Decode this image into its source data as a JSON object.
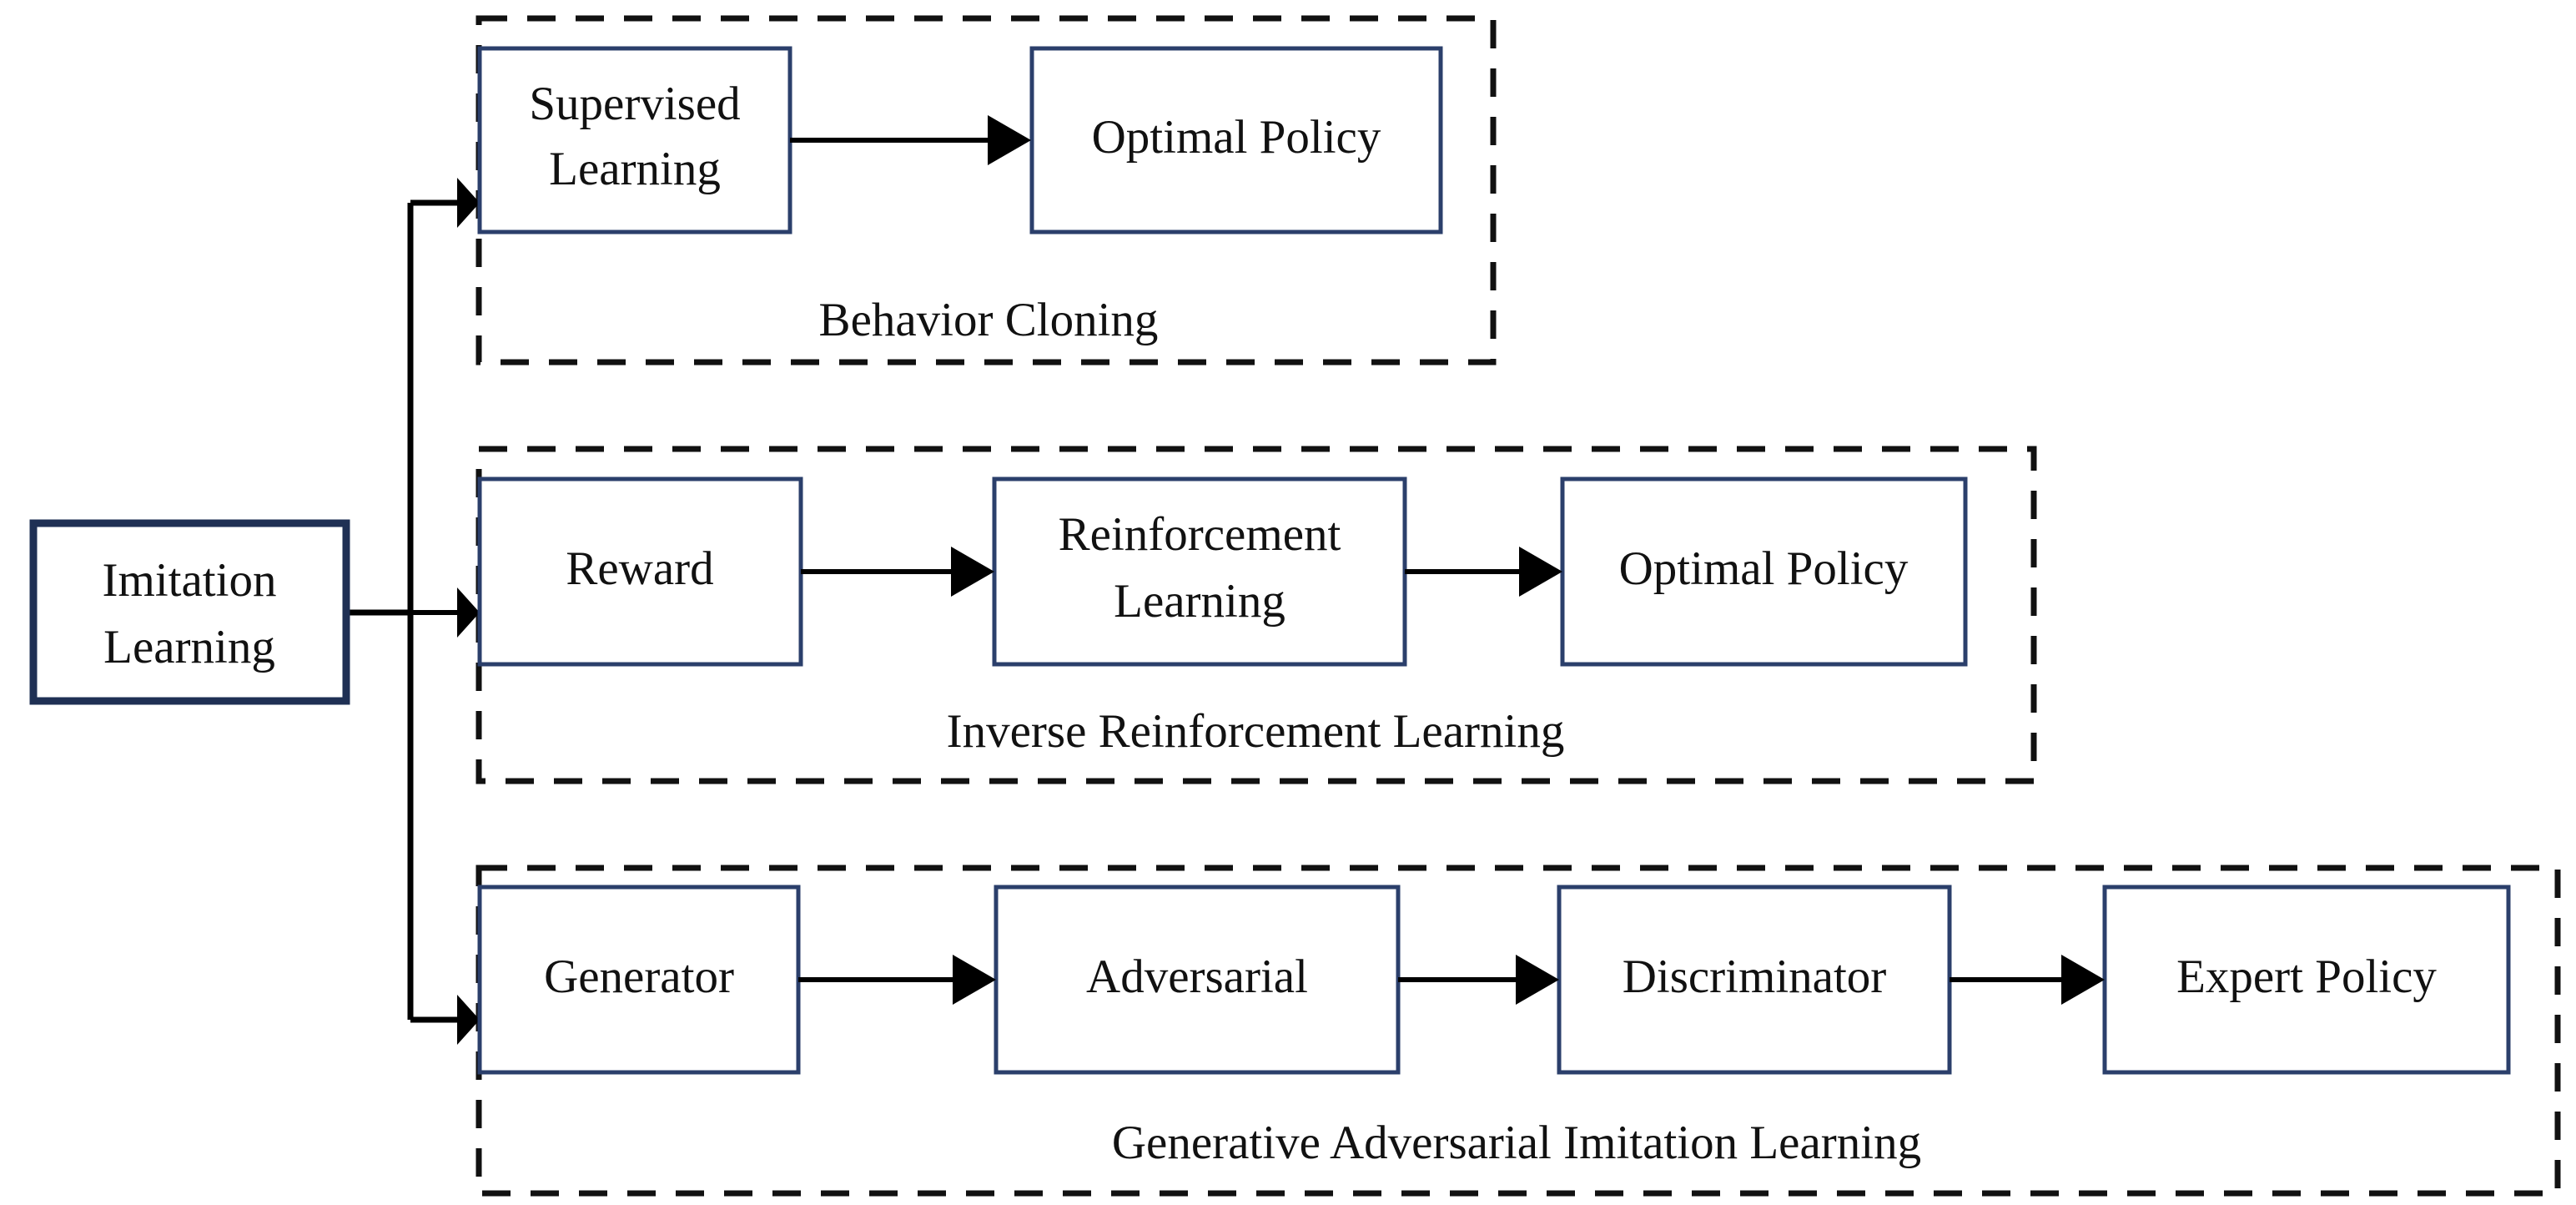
{
  "diagram": {
    "type": "flow-diagram",
    "title_text": "",
    "colors": {
      "box_stroke": "#2b3f6b",
      "root_box_stroke": "#1f3054",
      "dashed_frame": "#111111",
      "arrow": "#000000",
      "text": "#111111",
      "background": "#ffffff"
    },
    "root": {
      "label_line1": "Imitation",
      "label_line2": "Learning"
    },
    "groups": [
      {
        "id": "behavior-cloning",
        "caption": "Behavior Cloning",
        "nodes": [
          {
            "id": "supervised-learning",
            "label_line1": "Supervised",
            "label_line2": "Learning"
          },
          {
            "id": "optimal-policy-bc",
            "label_line1": "Optimal Policy",
            "label_line2": ""
          }
        ]
      },
      {
        "id": "inverse-reinforcement-learning",
        "caption": "Inverse Reinforcement Learning",
        "nodes": [
          {
            "id": "reward",
            "label_line1": "Reward",
            "label_line2": ""
          },
          {
            "id": "reinforcement-learning",
            "label_line1": "Reinforcement",
            "label_line2": "Learning"
          },
          {
            "id": "optimal-policy-irl",
            "label_line1": "Optimal Policy",
            "label_line2": ""
          }
        ]
      },
      {
        "id": "generative-adversarial-imitation-learning",
        "caption": "Generative Adversarial Imitation Learning",
        "nodes": [
          {
            "id": "generator",
            "label_line1": "Generator",
            "label_line2": ""
          },
          {
            "id": "adversarial",
            "label_line1": "Adversarial",
            "label_line2": ""
          },
          {
            "id": "discriminator",
            "label_line1": "Discriminator",
            "label_line2": ""
          },
          {
            "id": "expert-policy",
            "label_line1": "Expert Policy",
            "label_line2": ""
          }
        ]
      }
    ],
    "connectors": [
      {
        "id": "root-to-branch",
        "kind": "trunk"
      },
      {
        "id": "branch-to-supervised-learning",
        "kind": "arrow"
      },
      {
        "id": "branch-to-reward",
        "kind": "arrow"
      },
      {
        "id": "branch-to-generator",
        "kind": "arrow"
      },
      {
        "id": "supervised-learning-to-optimal-policy",
        "kind": "arrow"
      },
      {
        "id": "reward-to-reinforcement-learning",
        "kind": "arrow"
      },
      {
        "id": "reinforcement-learning-to-optimal-policy",
        "kind": "arrow"
      },
      {
        "id": "generator-to-adversarial",
        "kind": "arrow"
      },
      {
        "id": "adversarial-to-discriminator",
        "kind": "arrow"
      },
      {
        "id": "discriminator-to-expert-policy",
        "kind": "arrow"
      }
    ]
  }
}
